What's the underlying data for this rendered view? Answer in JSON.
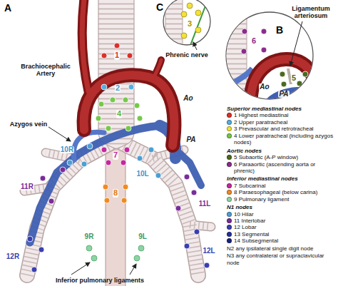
{
  "diagram": {
    "labels": [
      "A",
      "B",
      "C",
      "Brachiocephalic Artery",
      "Azygos vein",
      "Ao",
      "PA",
      "1",
      "2",
      "4",
      "7",
      "8",
      "10R",
      "11R",
      "12R",
      "10L",
      "11L",
      "12L",
      "9R",
      "9L",
      "Inferior pulmonary ligaments",
      "3",
      "Phrenic nerve",
      "Ligamentum arteriosum",
      "6",
      "5",
      "Ao",
      "PA",
      "Superior mediastinal nodes",
      "Aortic nodes",
      "Inferior mediastinal nodes",
      "N1 nodes",
      "N2 any ipsilateral single digit node",
      "N3 any contralateral or supraclavicular node"
    ],
    "legend": [
      {
        "text": "1 Highest mediastinal",
        "color": "#d9312b"
      },
      {
        "text": "2 Upper paratracheal",
        "color": "#56aee0"
      },
      {
        "text": "3 Prevascular and retrotracheal",
        "color": "#f2e23a"
      },
      {
        "text": "4 Lower paratracheal (including azygos nodes)",
        "color": "#76c84a"
      },
      {
        "text": "5 Subaortic (A-P window)",
        "color": "#4b6a1f"
      },
      {
        "text": "6 Paraaortic (ascending aorta or phrenic)",
        "color": "#8b2c8c"
      },
      {
        "text": "7 Subcarinal",
        "color": "#c4299d"
      },
      {
        "text": "8 Paraesophageal (below carina)",
        "color": "#f08b23"
      },
      {
        "text": "9 Pulmonary ligament",
        "color": "#8fd3a4"
      },
      {
        "text": "10 Hilar",
        "color": "#4c9fd4"
      },
      {
        "text": "11 Interlobar",
        "color": "#7a2c9a"
      },
      {
        "text": "12 Lobar",
        "color": "#3a3fb0"
      },
      {
        "text": "13 Segmental",
        "color": "#24319a"
      },
      {
        "text": "14 Subsegmental",
        "color": "#162380"
      }
    ]
  }
}
